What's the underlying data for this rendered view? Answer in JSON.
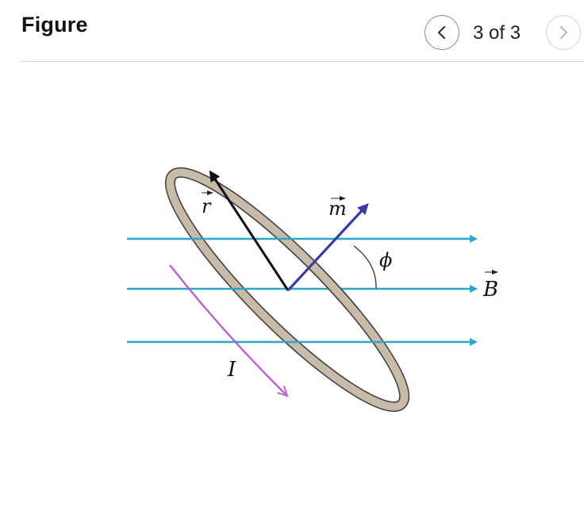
{
  "header": {
    "title": "Figure",
    "counter": "3 of 3",
    "prev_icon": "chevron-left-icon",
    "next_icon": "chevron-right-icon"
  },
  "figure": {
    "labels": {
      "r": "r",
      "m": "m",
      "phi": "ϕ",
      "B": "B",
      "I": "I"
    },
    "colors": {
      "field_lines": "#2ba8c8",
      "loop_fill": "#c9bba9",
      "loop_stroke": "#3b3b3b",
      "moment": "#3a3aa0",
      "current": "#b25cc8",
      "radius": "#111111"
    }
  }
}
